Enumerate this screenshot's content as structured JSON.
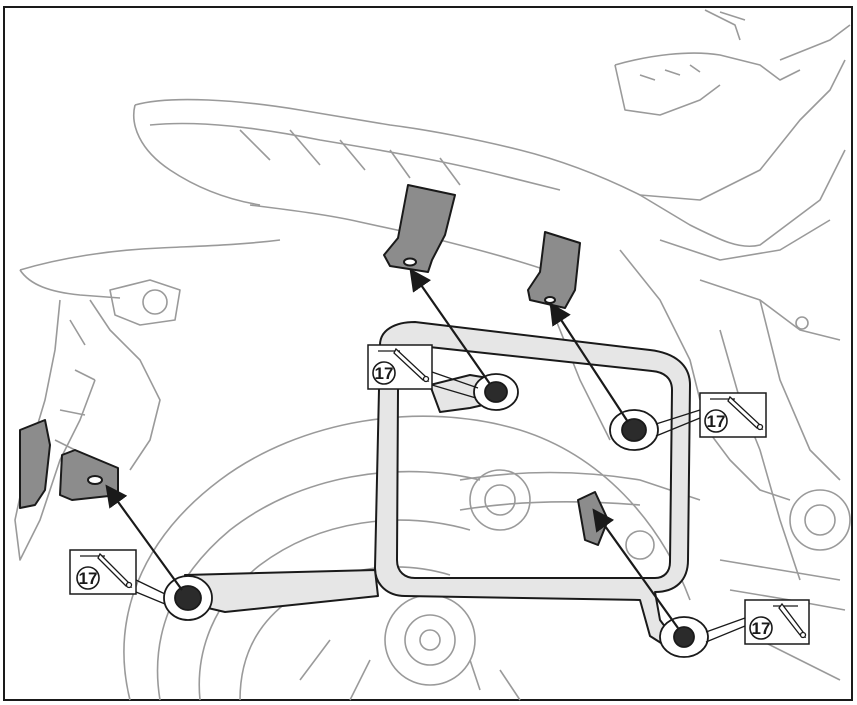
{
  "figure": {
    "description_free": true,
    "colors": {
      "outline": "#1a1a1a",
      "line_light": "#9a9a9a",
      "bracket_fill": "#8c8c8c",
      "frame_fill": "#e6e6e6",
      "background": "#ffffff"
    },
    "callouts": [
      {
        "label": "17",
        "icon": "wrench-icon"
      },
      {
        "label": "17",
        "icon": "wrench-icon"
      },
      {
        "label": "17",
        "icon": "wrench-icon"
      },
      {
        "label": "17",
        "icon": "wrench-icon"
      }
    ]
  }
}
